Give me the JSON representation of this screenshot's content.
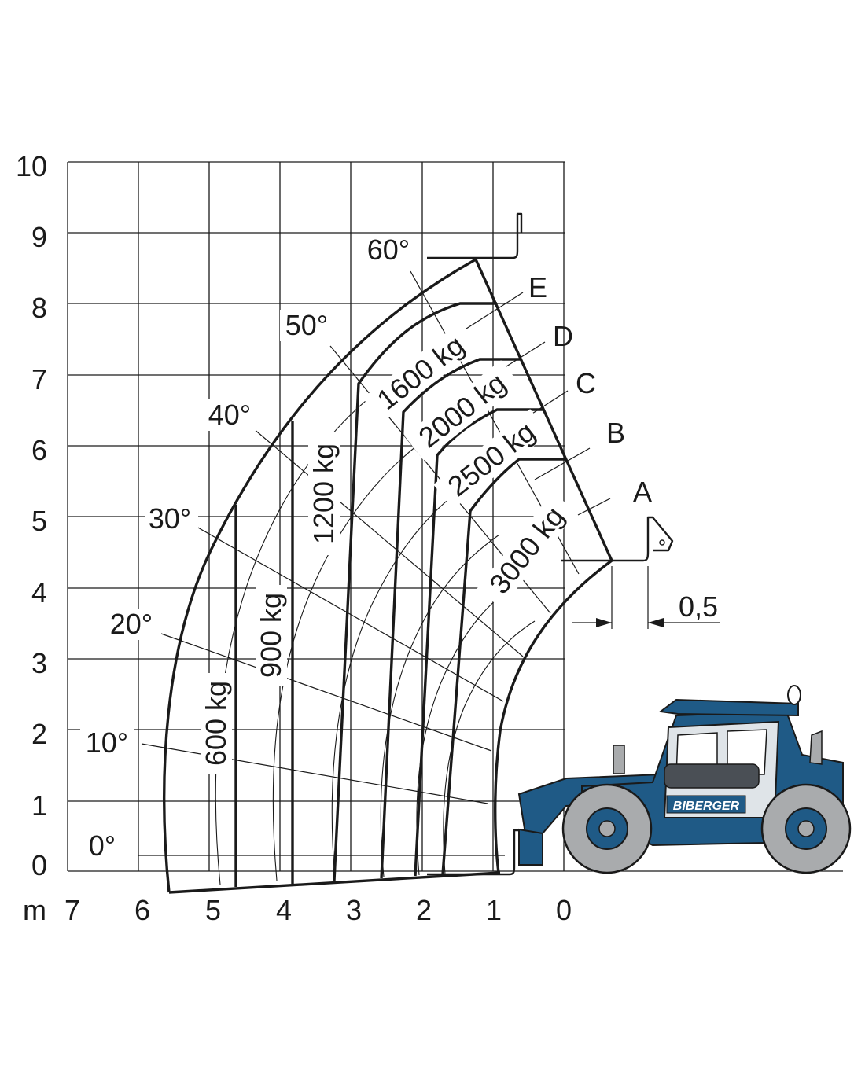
{
  "units": "m",
  "y_ticks": [
    "0",
    "1",
    "2",
    "3",
    "4",
    "5",
    "6",
    "7",
    "8",
    "9",
    "10"
  ],
  "x_ticks": [
    "7",
    "6",
    "5",
    "4",
    "3",
    "2",
    "1",
    "0"
  ],
  "zones": [
    "A",
    "B",
    "C",
    "D",
    "E"
  ],
  "angles": [
    "0°",
    "10°",
    "20°",
    "30°",
    "40°",
    "50°",
    "60°"
  ],
  "loads": [
    "600 kg",
    "900 kg",
    "1200 kg",
    "1600 kg",
    "2000 kg",
    "2500 kg",
    "3000 kg"
  ],
  "offset_label": "0,5",
  "brand": "BIBERGER",
  "colors": {
    "machine_body": "#1f5a86",
    "wheel": "#a9abad",
    "line": "#1a1a1a"
  }
}
